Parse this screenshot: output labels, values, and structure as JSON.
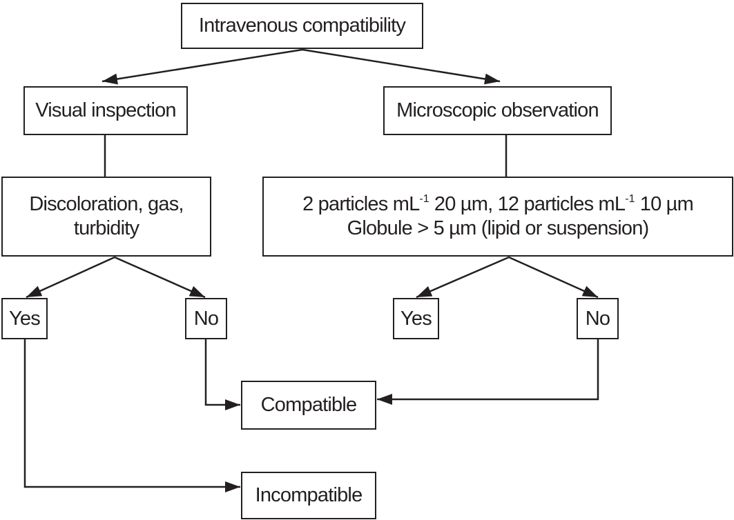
{
  "diagram": {
    "root": "Intravenous compatibility",
    "visual_branch": {
      "title": "Visual inspection",
      "criteria": [
        "Discoloration, gas,",
        "turbidity"
      ],
      "yes": "Yes",
      "no": "No"
    },
    "microscopic_branch": {
      "title": "Microscopic observation",
      "criteria_line1": {
        "part1": "2 particles mL",
        "exp1": "-1",
        "part2": " 20 µm, 12 particles mL",
        "exp2": "-1",
        "part3": " 10 µm"
      },
      "criteria_line2": "Globule > 5 µm (lipid or suspension)",
      "yes": "Yes",
      "no": "No"
    },
    "outcomes": {
      "compatible": "Compatible",
      "incompatible": "Incompatible"
    }
  }
}
